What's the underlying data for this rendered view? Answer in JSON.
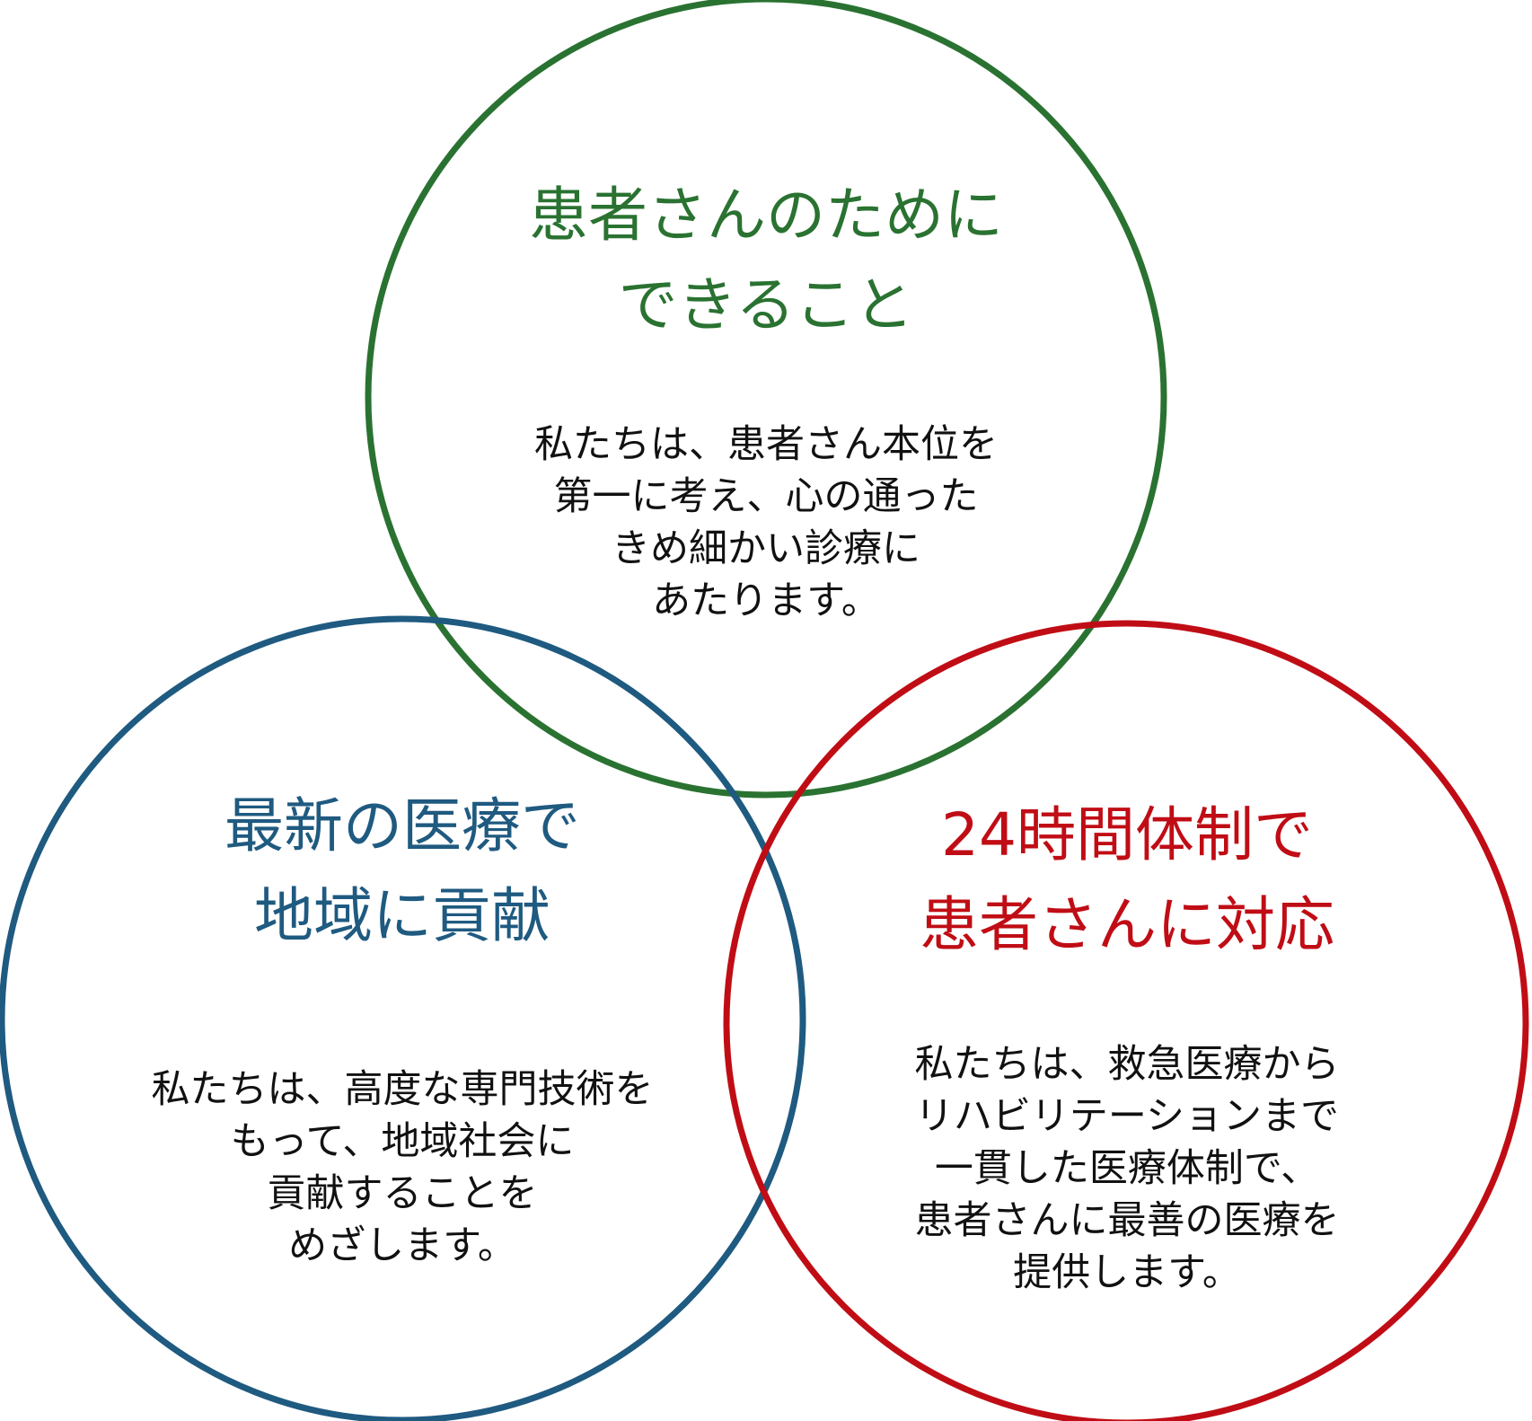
{
  "colors": {
    "green": "#2a7231",
    "blue": "#1f5a80",
    "red": "#c00d15",
    "text": "#111111"
  },
  "top": {
    "title": [
      "患者さんのために",
      "できること"
    ],
    "body": [
      "私たちは、患者さん本位を",
      "第一に考え、心の通った",
      "きめ細かい診療に",
      "あたります。"
    ]
  },
  "left": {
    "title": [
      "最新の医療で",
      "地域に貢献"
    ],
    "body": [
      "私たちは、高度な専門技術を",
      "もって、地域社会に",
      "貢献することを",
      "めざします。"
    ]
  },
  "right": {
    "title": [
      "24時間体制で",
      "患者さんに対応"
    ],
    "body": [
      "私たちは、救急医療から",
      "リハビリテーションまで",
      "一貫した医療体制で、",
      "患者さんに最善の医療を",
      "提供します。"
    ]
  }
}
